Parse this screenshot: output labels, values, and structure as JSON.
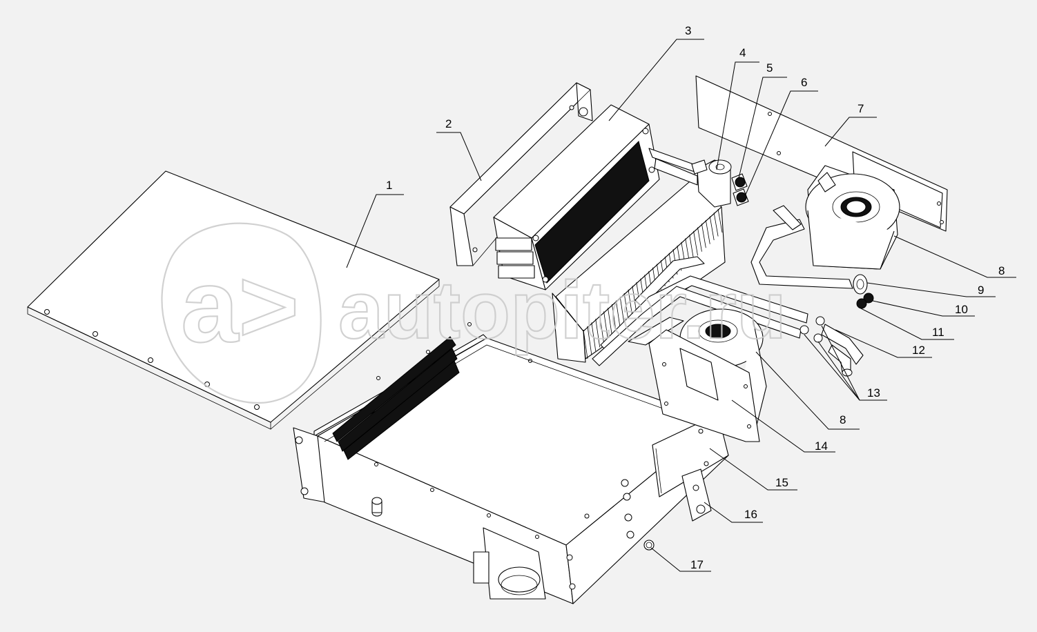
{
  "diagram": {
    "callouts": [
      {
        "id": "1",
        "label": "1"
      },
      {
        "id": "2",
        "label": "2"
      },
      {
        "id": "3",
        "label": "3"
      },
      {
        "id": "4",
        "label": "4"
      },
      {
        "id": "5",
        "label": "5"
      },
      {
        "id": "6",
        "label": "6"
      },
      {
        "id": "7",
        "label": "7"
      },
      {
        "id": "8a",
        "label": "8"
      },
      {
        "id": "9",
        "label": "9"
      },
      {
        "id": "10",
        "label": "10"
      },
      {
        "id": "11",
        "label": "11"
      },
      {
        "id": "12",
        "label": "12"
      },
      {
        "id": "13",
        "label": "13"
      },
      {
        "id": "8b",
        "label": "8"
      },
      {
        "id": "14",
        "label": "14"
      },
      {
        "id": "15",
        "label": "15"
      },
      {
        "id": "16",
        "label": "16"
      },
      {
        "id": "17",
        "label": "17"
      }
    ]
  },
  "watermark": {
    "logo_text": "a>",
    "site_text": "autopiter.ru"
  }
}
